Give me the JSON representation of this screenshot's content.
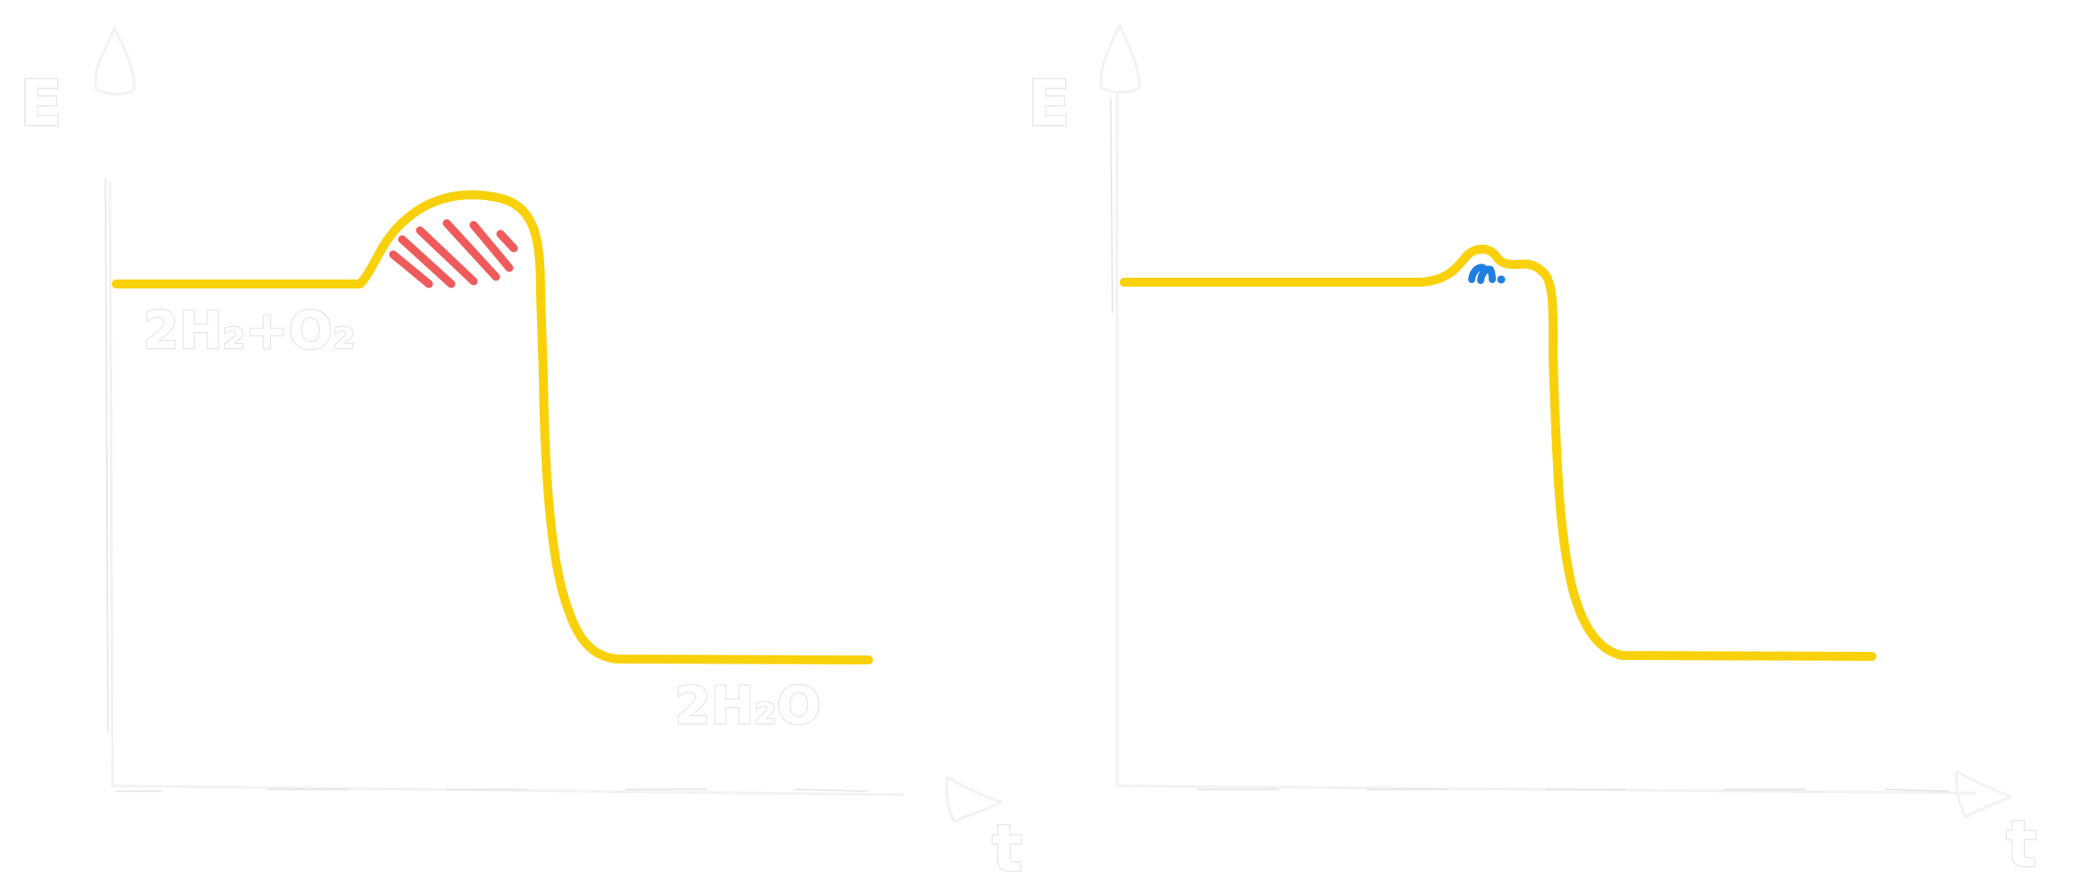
{
  "left_panel": {
    "y_axis_label": "E",
    "x_axis_label": "t",
    "reactants_label": "2H₂+O₂",
    "products_label": "2H₂O",
    "hatch_color": "#ef5b5b",
    "curve_color": "#f9d10a"
  },
  "right_panel": {
    "y_axis_label": "E",
    "x_axis_label": "t",
    "hatch_color": "#1f7fe0",
    "curve_color": "#f9d10a"
  }
}
